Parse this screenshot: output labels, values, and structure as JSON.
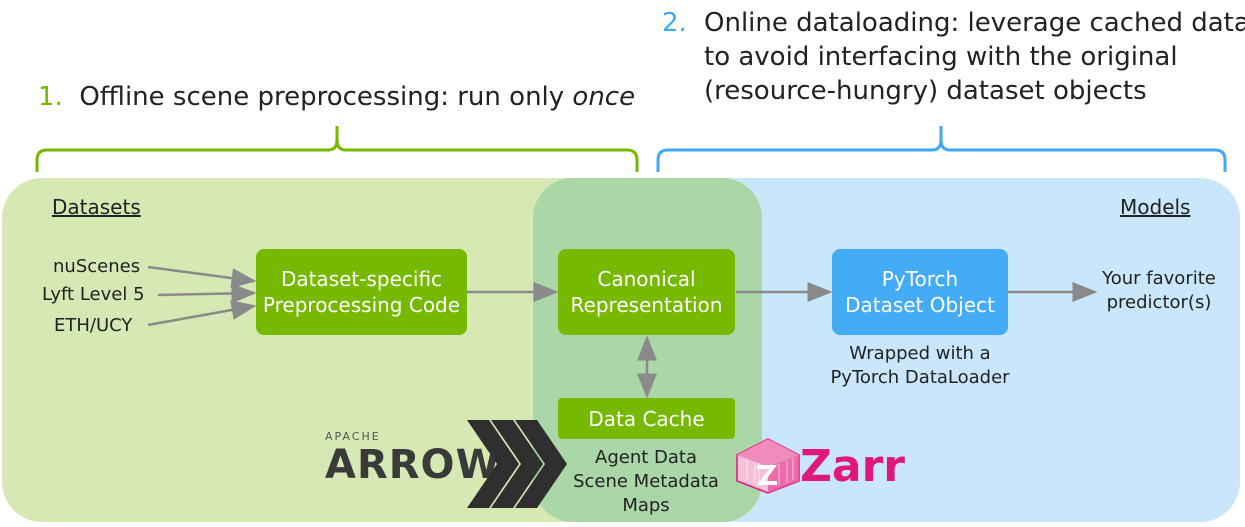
{
  "headings": {
    "offline": {
      "number": "1.",
      "text": "Offline scene preprocessing: run only ",
      "emphasis": "once"
    },
    "online": {
      "number": "2.",
      "lines": [
        "Online dataloading: leverage cached data",
        "to avoid interfacing with the original",
        "(resource-hungry) dataset objects"
      ]
    }
  },
  "sections": {
    "datasets": "Datasets",
    "models": "Models"
  },
  "datasets": [
    "nuScenes",
    "Lyft Level 5",
    "ETH/UCY"
  ],
  "boxes": {
    "preprocessing": [
      "Dataset-specific",
      "Preprocessing Code"
    ],
    "canonical": [
      "Canonical",
      "Representation"
    ],
    "data_cache": "Data Cache",
    "pytorch": [
      "PyTorch",
      "Dataset Object"
    ]
  },
  "captions": {
    "cache_contents": [
      "Agent Data",
      "Scene Metadata",
      "Maps"
    ],
    "dataloader": [
      "Wrapped with a",
      "PyTorch DataLoader"
    ],
    "predictor": [
      "Your favorite",
      "predictor(s)"
    ]
  },
  "logos": {
    "arrow": {
      "small": "APACHE",
      "big": "ARROW"
    },
    "zarr": "Zarr"
  },
  "colors": {
    "accent_green": "#76b900",
    "accent_blue": "#3fa9f5",
    "panel_green": "#d6e8b3",
    "panel_blue": "#c9e6fb",
    "panel_overlap": "#a9d5a8",
    "zarr_pink": "#e0187a"
  }
}
